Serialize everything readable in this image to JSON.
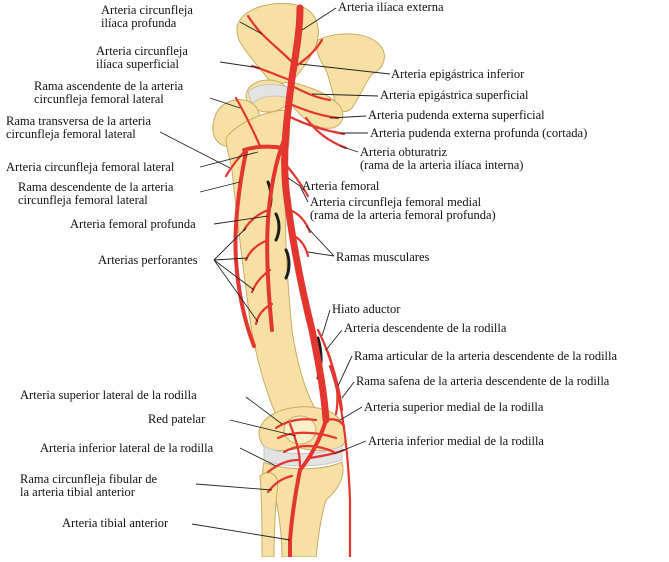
{
  "colors": {
    "bone_fill": "#f6e0a4",
    "bone_stroke": "#c9ab62",
    "bone_light": "#fbeecb",
    "cartilage": "#e3e3e3",
    "artery": "#e2362f",
    "artery_dark": "#a81b1b",
    "vein_dark": "#1c1c1c",
    "leader": "#222222"
  },
  "labels": {
    "circunfleja_iliaca_profunda": [
      "Arteria circunfleja",
      "ilíaca profunda"
    ],
    "iliaca_externa": [
      "Arteria ilíaca externa"
    ],
    "circunfleja_iliaca_superficial": [
      "Arteria circunfleja",
      "ilíaca superficial"
    ],
    "epigastrica_inferior": [
      "Arteria epigástrica inferior"
    ],
    "rama_ascendente": [
      "Rama ascendente de la arteria",
      "circunfleja femoral lateral"
    ],
    "epigastrica_superficial": [
      "Arteria epigástrica superficial"
    ],
    "rama_transversa": [
      "Rama transversa de la arteria",
      "circunfleja femoral lateral"
    ],
    "pudenda_externa_superficial": [
      "Arteria pudenda externa superficial"
    ],
    "pudenda_externa_profunda": [
      "Arteria pudenda externa profunda (cortada)"
    ],
    "obturatriz": [
      "Arteria obturatriz",
      "(rama de la arteria ilíaca interna)"
    ],
    "circunfleja_femoral_lateral": [
      "Arteria circunfleja femoral lateral"
    ],
    "femoral": [
      "Arteria femoral"
    ],
    "rama_descendente": [
      "Rama descendente de la arteria",
      "circunfleja femoral lateral"
    ],
    "circunfleja_femoral_medial": [
      "Arteria circunfleja femoral medial",
      "(rama de la arteria femoral profunda)"
    ],
    "femoral_profunda": [
      "Arteria femoral profunda"
    ],
    "musculares": [
      "Ramas musculares"
    ],
    "perforantes": [
      "Arterias perforantes"
    ],
    "hiato_aductor": [
      "Hiato aductor"
    ],
    "descendente_rodilla": [
      "Arteria descendente de la rodilla"
    ],
    "rama_articular": [
      "Rama articular de la arteria descendente de la rodilla"
    ],
    "rama_safena": [
      "Rama safena de la arteria descendente de la rodilla"
    ],
    "superior_lateral_rodilla": [
      "Arteria superior lateral de la rodilla"
    ],
    "superior_medial_rodilla": [
      "Arteria superior medial de la rodilla"
    ],
    "red_patelar": [
      "Red patelar"
    ],
    "inferior_lateral_rodilla": [
      "Arteria inferior lateral de la rodilla"
    ],
    "inferior_medial_rodilla": [
      "Arteria inferior medial de la rodilla"
    ],
    "circunfleja_fibular": [
      "Rama circunfleja fibular de",
      "la arteria tibial anterior"
    ],
    "tibial_anterior": [
      "Arteria tibial anterior"
    ]
  }
}
